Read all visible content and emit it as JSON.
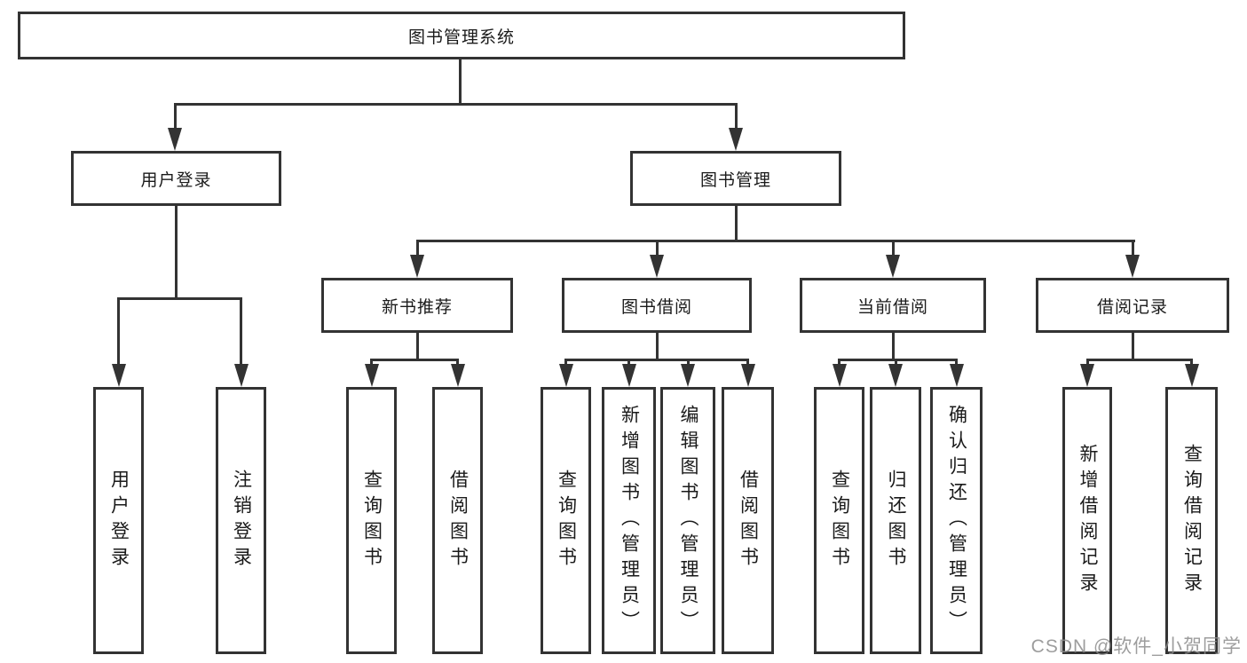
{
  "diagram": {
    "root": {
      "label": "图书管理系统"
    },
    "level2": {
      "login": {
        "label": "用户登录"
      },
      "mgmt": {
        "label": "图书管理"
      }
    },
    "level3": {
      "rec": {
        "label": "新书推荐"
      },
      "borrow": {
        "label": "图书借阅"
      },
      "current": {
        "label": "当前借阅"
      },
      "records": {
        "label": "借阅记录"
      }
    },
    "leaves": {
      "login_user": {
        "label": "用户登录"
      },
      "login_logout": {
        "label": "注销登录"
      },
      "rec_query": {
        "label": "查询图书"
      },
      "rec_borrow": {
        "label": "借阅图书"
      },
      "borrow_query": {
        "label": "查询图书"
      },
      "borrow_add": {
        "label": "新增图书（管理员）"
      },
      "borrow_edit": {
        "label": "编辑图书（管理员）"
      },
      "borrow_lend": {
        "label": "借阅图书"
      },
      "current_query": {
        "label": "查询图书"
      },
      "current_return": {
        "label": "归还图书"
      },
      "current_confirm": {
        "label": "确认归还（管理员）"
      },
      "records_add": {
        "label": "新增借阅记录"
      },
      "records_query": {
        "label": "查询借阅记录"
      }
    }
  },
  "watermark": {
    "text": "CSDN @软件_小贺同学"
  },
  "colors": {
    "line": "#333333",
    "text": "#1a1a1a",
    "background": "#ffffff",
    "watermark": "#8c8c8c"
  }
}
